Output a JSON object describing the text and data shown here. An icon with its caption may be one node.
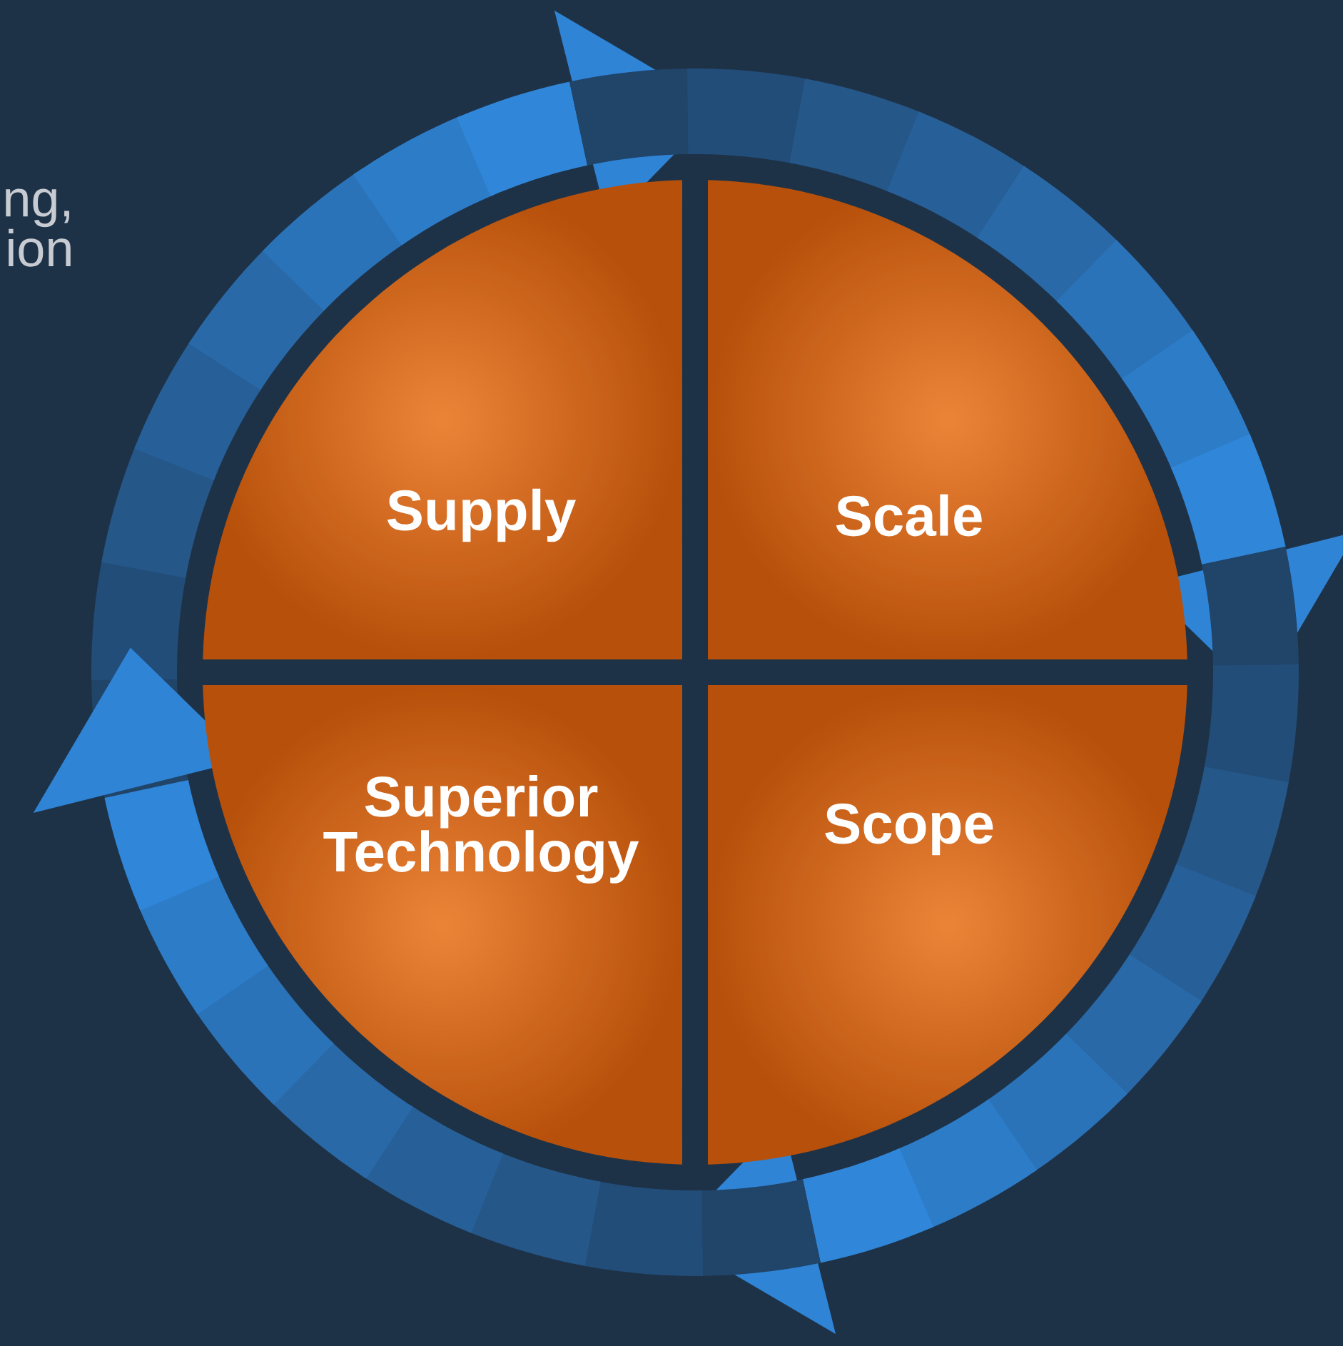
{
  "diagram": {
    "nodes": [
      {
        "text": [
          "Supply"
        ]
      },
      {
        "text": [
          "Scale"
        ]
      },
      {
        "text": [
          "Superior Technology"
        ]
      },
      {
        "text": [
          "Scope"
        ]
      }
    ],
    "labels": [
      "ng, ion"
    ]
  }
}
